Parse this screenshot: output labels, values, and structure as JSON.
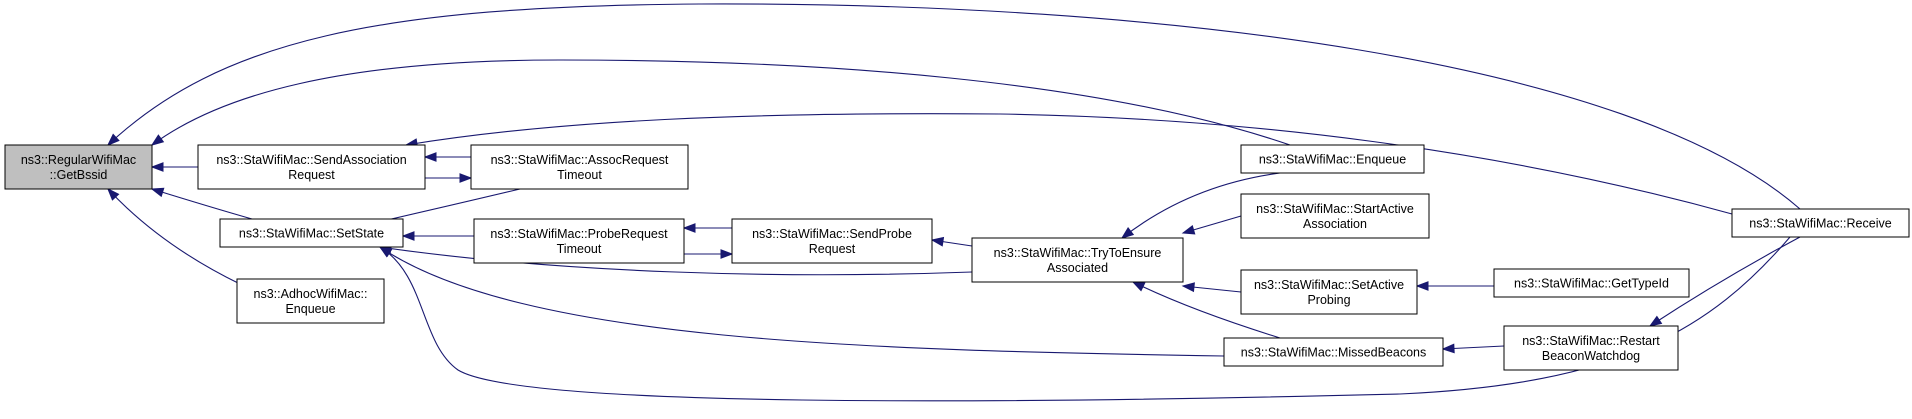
{
  "colors": {
    "edge": "#191970",
    "node_fill": "#ffffff",
    "root_fill": "#bfbfbf",
    "border": "#000000"
  },
  "nodes": [
    {
      "id": "getbssid",
      "lines": [
        "ns3::RegularWifiMac",
        "::GetBssid"
      ],
      "root": true
    },
    {
      "id": "sendassoc",
      "lines": [
        "ns3::StaWifiMac::SendAssociation",
        "Request"
      ]
    },
    {
      "id": "setstate",
      "lines": [
        "ns3::StaWifiMac::SetState"
      ]
    },
    {
      "id": "adhocenqueue",
      "lines": [
        "ns3::AdhocWifiMac::",
        "Enqueue"
      ]
    },
    {
      "id": "assoctimeout",
      "lines": [
        "ns3::StaWifiMac::AssocRequest",
        "Timeout"
      ]
    },
    {
      "id": "probetimeout",
      "lines": [
        "ns3::StaWifiMac::ProbeRequest",
        "Timeout"
      ]
    },
    {
      "id": "sendprobe",
      "lines": [
        "ns3::StaWifiMac::SendProbe",
        "Request"
      ]
    },
    {
      "id": "trytoensure",
      "lines": [
        "ns3::StaWifiMac::TryToEnsure",
        "Associated"
      ]
    },
    {
      "id": "staenqueue",
      "lines": [
        "ns3::StaWifiMac::Enqueue"
      ]
    },
    {
      "id": "startactive",
      "lines": [
        "ns3::StaWifiMac::StartActive",
        "Association"
      ]
    },
    {
      "id": "setactive",
      "lines": [
        "ns3::StaWifiMac::SetActive",
        "Probing"
      ]
    },
    {
      "id": "missed",
      "lines": [
        "ns3::StaWifiMac::MissedBeacons"
      ]
    },
    {
      "id": "gettypeid",
      "lines": [
        "ns3::StaWifiMac::GetTypeId"
      ]
    },
    {
      "id": "restart",
      "lines": [
        "ns3::StaWifiMac::Restart",
        "BeaconWatchdog"
      ]
    },
    {
      "id": "receive",
      "lines": [
        "ns3::StaWifiMac::Receive"
      ]
    }
  ],
  "edges": [
    {
      "from": "sendassoc",
      "to": "getbssid"
    },
    {
      "from": "setstate",
      "to": "getbssid"
    },
    {
      "from": "adhocenqueue",
      "to": "getbssid"
    },
    {
      "from": "staenqueue",
      "to": "getbssid"
    },
    {
      "from": "receive",
      "to": "getbssid"
    },
    {
      "from": "assoctimeout",
      "to": "sendassoc"
    },
    {
      "from": "sendassoc",
      "to": "assoctimeout"
    },
    {
      "from": "receive",
      "to": "sendassoc"
    },
    {
      "from": "assoctimeout",
      "to": "setstate"
    },
    {
      "from": "probetimeout",
      "to": "setstate"
    },
    {
      "from": "trytoensure",
      "to": "setstate"
    },
    {
      "from": "missed",
      "to": "setstate"
    },
    {
      "from": "receive",
      "to": "setstate"
    },
    {
      "from": "sendprobe",
      "to": "probetimeout"
    },
    {
      "from": "probetimeout",
      "to": "sendprobe"
    },
    {
      "from": "trytoensure",
      "to": "sendprobe"
    },
    {
      "from": "staenqueue",
      "to": "trytoensure"
    },
    {
      "from": "startactive",
      "to": "trytoensure"
    },
    {
      "from": "setactive",
      "to": "trytoensure"
    },
    {
      "from": "missed",
      "to": "trytoensure"
    },
    {
      "from": "gettypeid",
      "to": "setactive"
    },
    {
      "from": "restart",
      "to": "missed"
    },
    {
      "from": "receive",
      "to": "restart"
    }
  ]
}
